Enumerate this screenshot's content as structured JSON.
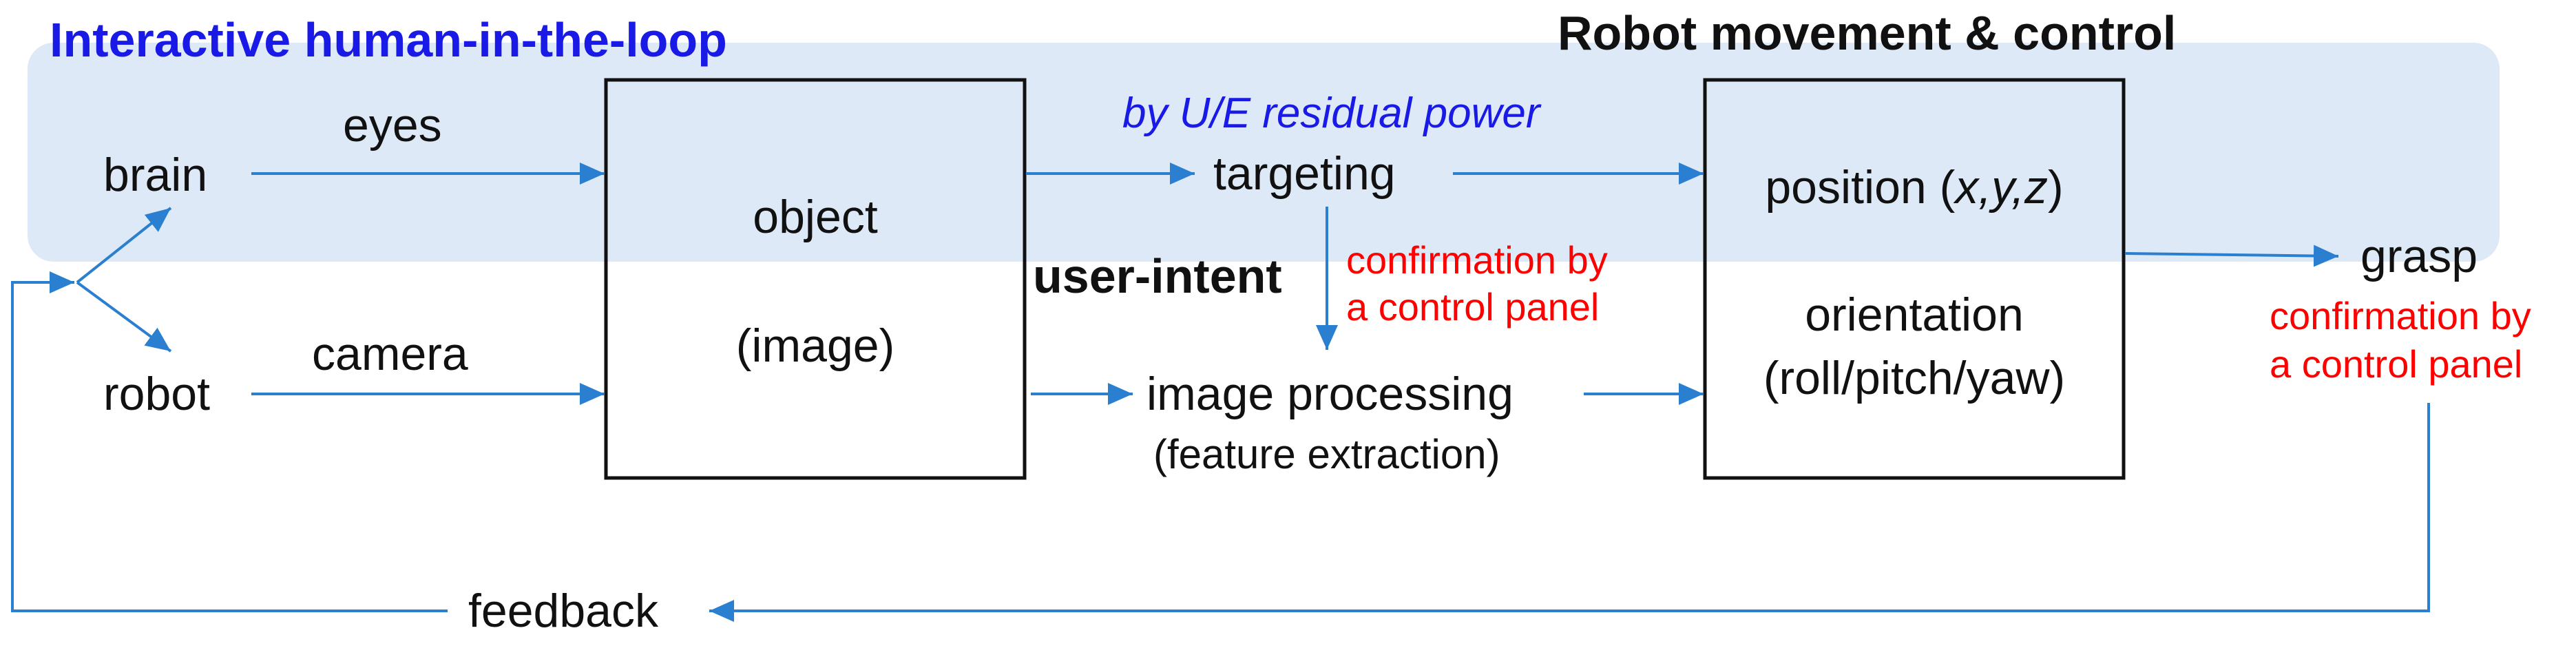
{
  "colors": {
    "band": "#dde9f6",
    "arrow": "#2a7fd0",
    "header_blue": "#1a1ae6",
    "confirm_red": "#ff0000"
  },
  "headers": {
    "hitl": "Interactive human-in-the-loop",
    "robot": "Robot movement & control"
  },
  "nodes": {
    "brain": "brain",
    "robot": "robot",
    "eyes": "eyes",
    "camera": "camera",
    "feedback": "feedback",
    "grasp": "grasp",
    "targeting": "targeting",
    "image_processing": "image processing",
    "feature_extraction": "(feature extraction)",
    "user_intent": "user-intent",
    "by_ue": "by U/E residual power"
  },
  "object_box": {
    "object": "object",
    "image": "(image)"
  },
  "control_box": {
    "position_prefix": "position (",
    "position_vars": "x,y,z",
    "position_suffix": ")",
    "orientation": "orientation",
    "orientation_detail": "(roll/pitch/yaw)"
  },
  "confirm": {
    "mid_line1": "confirmation by",
    "mid_line2": "a control panel",
    "right_line1": "confirmation by",
    "right_line2": "a control panel"
  }
}
